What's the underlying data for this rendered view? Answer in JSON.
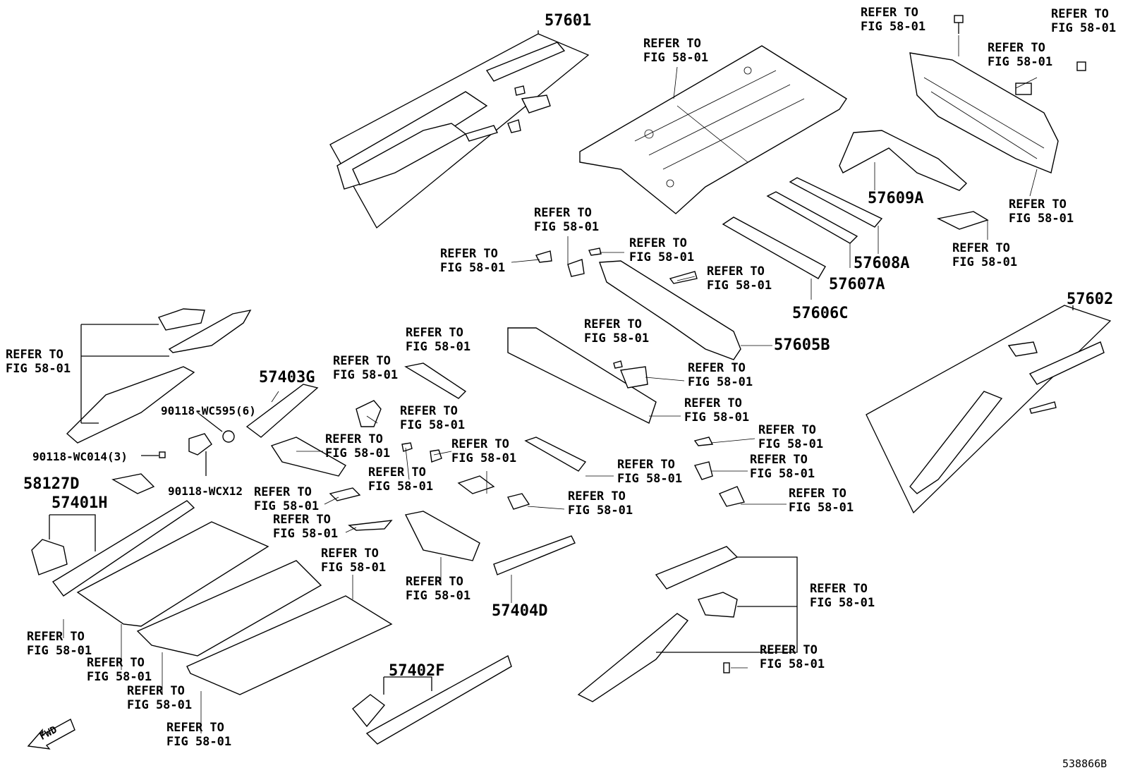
{
  "refer": "REFER TO\nFIG 58-01",
  "numbers": {
    "p57601": "57601",
    "p57602": "57602",
    "p57609A": "57609A",
    "p57608A": "57608A",
    "p57607A": "57607A",
    "p57606C": "57606C",
    "p57605B": "57605B",
    "p57403G": "57403G",
    "p90118_WC595": "90118-WC595(6)",
    "p90118_WC014": "90118-WC014(3)",
    "p90118_WCX12": "90118-WCX12",
    "p58127D": "58127D",
    "p57401H": "57401H",
    "p57404D": "57404D",
    "p57402F": "57402F"
  },
  "fwd": "FWD",
  "diagram_id": "538866B"
}
